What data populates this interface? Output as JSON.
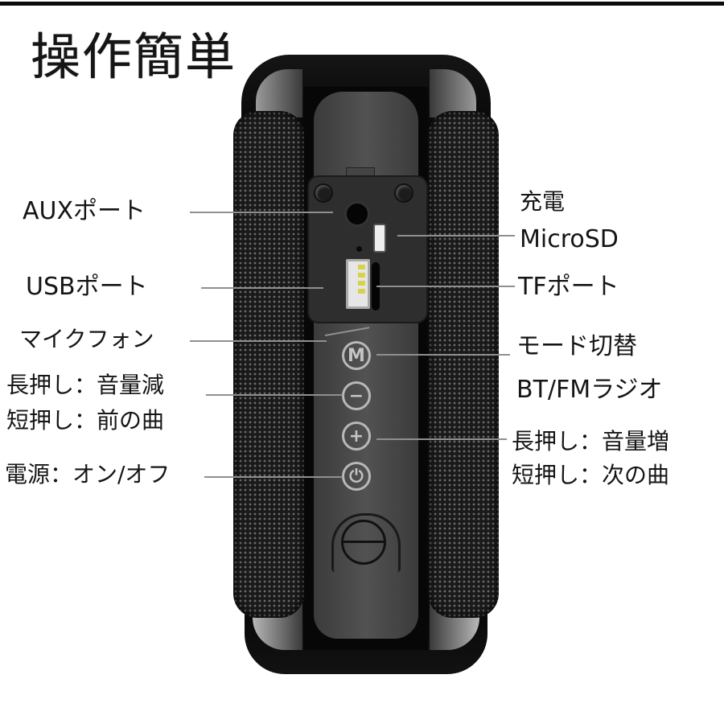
{
  "title": "操作簡単",
  "labels_left": {
    "aux": "AUXポート",
    "usb": "USBポート",
    "mic": "マイクフォン",
    "minus_line1": "長押し：音量減",
    "minus_line2": "短押し：前の曲",
    "power": "電源：オン/オフ"
  },
  "labels_right": {
    "charge_line1": "充電",
    "charge_line2": "MicroSD",
    "tf": "TFポート",
    "mode_line1": "モード切替",
    "mode_line2": "BT/FMラジオ",
    "plus_line1": "長押し：音量増",
    "plus_line2": "短押し：次の曲"
  },
  "buttons": {
    "mode": "M",
    "minus": "−",
    "plus": "+",
    "power": "⏻"
  },
  "colors": {
    "body": "#070707",
    "panel": "#4a4a4a",
    "leader": "#8f8f8f",
    "text": "#151515"
  }
}
